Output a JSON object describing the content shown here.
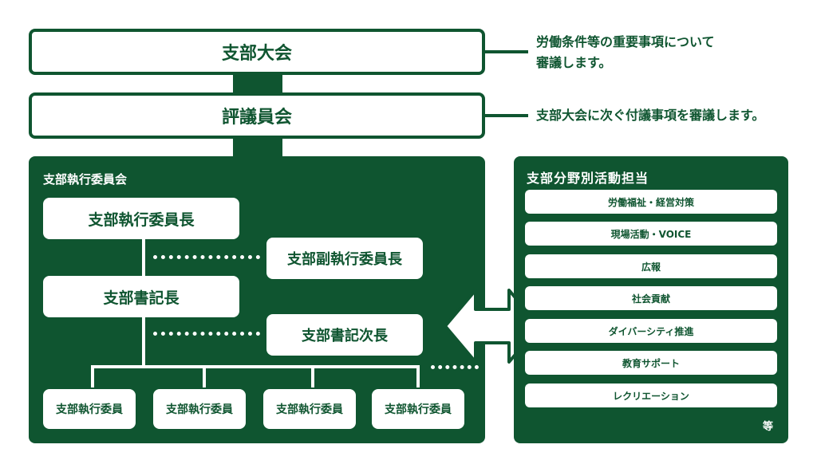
{
  "top": {
    "branch_convention": "支部大会",
    "branch_convention_note_line1": "労働条件等の重要事項について",
    "branch_convention_note_line2": "審議します。",
    "council": "評議員会",
    "council_note": "支部大会に次ぐ付議事項を審議します。"
  },
  "committee": {
    "title": "支部執行委員会",
    "chair": "支部執行委員長",
    "vice_chair": "支部副執行委員長",
    "secretary_general": "支部書記長",
    "deputy_secretary": "支部書記次長",
    "members": [
      "支部執行委員",
      "支部執行委員",
      "支部執行委員",
      "支部執行委員"
    ]
  },
  "activities": {
    "title": "支部分野別活動担当",
    "items": [
      "労働福祉・経営対策",
      "現場活動・VOICE",
      "広報",
      "社会貢献",
      "ダイバーシティ推進",
      "教育サポート",
      "レクリエーション"
    ],
    "footer": "等"
  },
  "colors": {
    "primary": "#0f5530",
    "background": "#ffffff",
    "text_on_dark": "#ffffff"
  }
}
